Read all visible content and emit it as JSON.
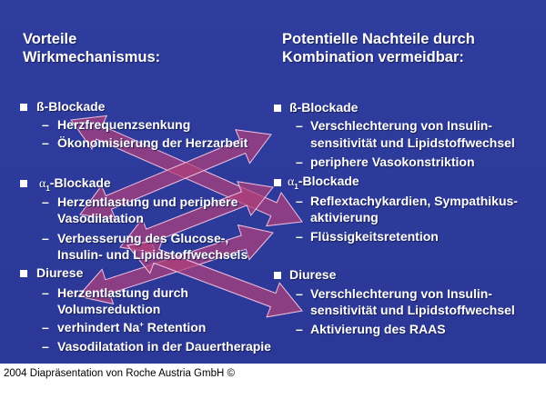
{
  "slide": {
    "left_title": [
      "Vorteile",
      "Wirkmechanismus:"
    ],
    "right_title": [
      "Potentielle Nachteile durch",
      "Kombination vermeidbar:"
    ],
    "left": [
      {
        "label": "ß-Blockade",
        "items": [
          "Herzfrequenzsenkung",
          "Ökonomisierung der Herzarbeit"
        ]
      },
      {
        "label_symbol": "α",
        "label_sub": "1",
        "label": "-Blockade",
        "items": [
          "Herzentlastung und periphere",
          "Vasodilatation",
          "Verbesserung des Glucose-,",
          "Insulin- und Lipidstoffwechsels"
        ]
      },
      {
        "label": "Diurese",
        "items": [
          "Herzentlastung durch",
          "Volumsreduktion",
          "verhindert Na",
          "Vasodilatation in der Dauertherapie"
        ],
        "na_sup": "+",
        "na_rest": " Retention"
      }
    ],
    "right": [
      {
        "label": "ß-Blockade",
        "items": [
          "Verschlechterung von Insulin-",
          "sensitivität und Lipidstoffwechsel",
          "periphere Vasokonstriktion"
        ]
      },
      {
        "label_symbol": "α",
        "label_sub": "1",
        "label": "-Blockade",
        "items": [
          "Reflextachykardien, Sympathikus-",
          "aktivierung",
          "Flüssigkeitsretention"
        ]
      },
      {
        "label": "Diurese",
        "items": [
          "Verschlechterung von Insulin-",
          "sensitivität und Lipidstoffwechsel",
          "Aktivierung des RAAS"
        ]
      }
    ],
    "colors": {
      "background": "#2e3b9c",
      "arrow_fill": "#b0407a",
      "arrow_outline": "#f0c0e0"
    }
  },
  "caption": "2004 Diapräsentation von Roche Austria GmbH ©"
}
